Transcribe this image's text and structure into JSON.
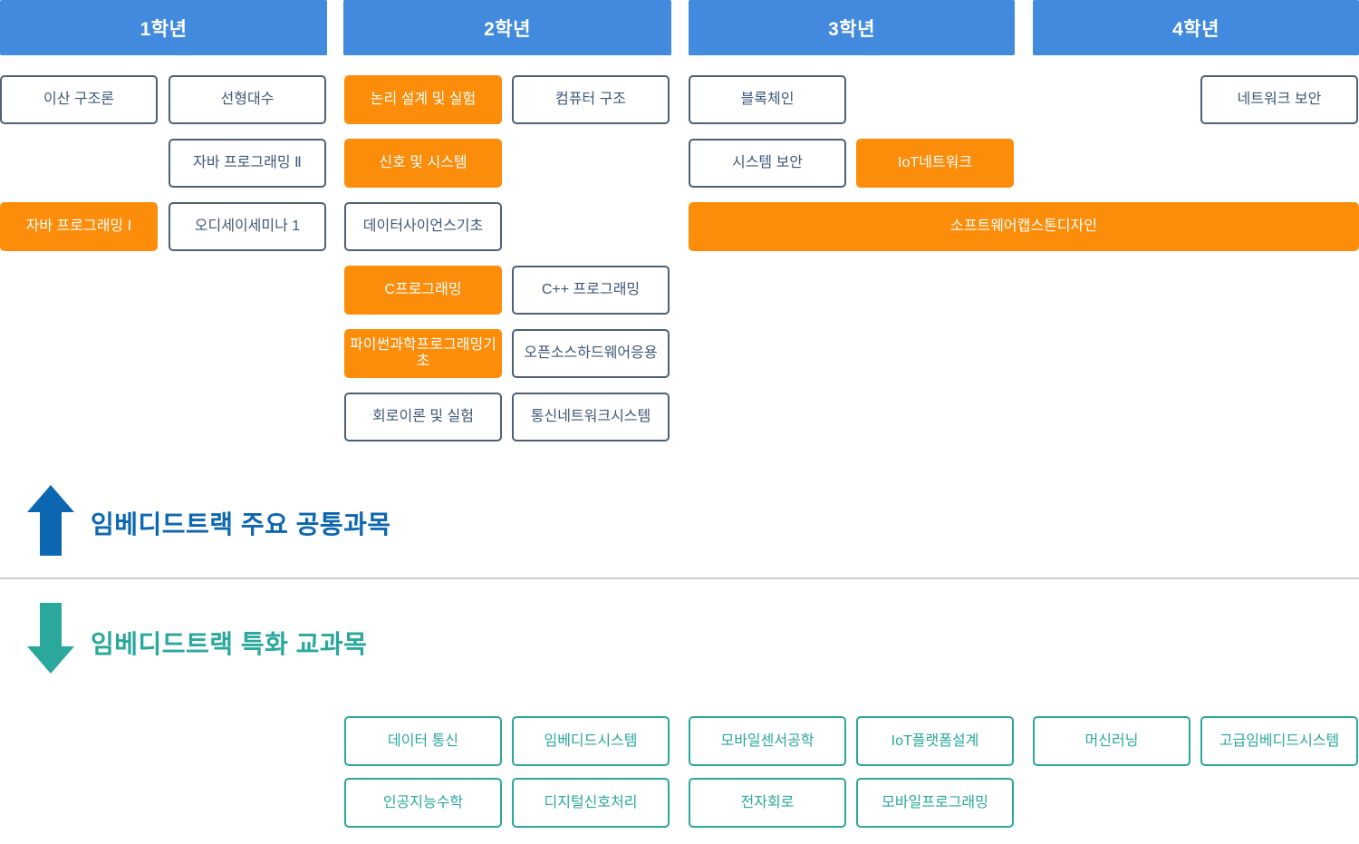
{
  "colors": {
    "year_header_bg": "#418ade",
    "year_header_text": "#ffffff",
    "highlight_bg": "#fc8d0b",
    "highlight_text": "#ffffff",
    "common_box_border": "#4c6076",
    "common_box_text": "#3d5878",
    "special_accent": "#2aa89b",
    "common_section_accent": "#0d67b0",
    "divider": "#cccccc"
  },
  "curriculum": {
    "year1": {
      "header": "1학년",
      "courses": [
        {
          "label": "이산 구조론",
          "type": "common"
        },
        {
          "label": "선형대수",
          "type": "common"
        },
        {
          "label": "자바 프로그래밍 Ⅱ",
          "type": "common"
        },
        {
          "label": "자바 프로그래밍 Ⅰ",
          "type": "highlight"
        },
        {
          "label": "오디세이세미나 1",
          "type": "common"
        }
      ]
    },
    "year2": {
      "header": "2학년",
      "courses": [
        {
          "label": "논리 설계 및 실험",
          "type": "highlight"
        },
        {
          "label": "컴퓨터 구조",
          "type": "common"
        },
        {
          "label": "신호 및 시스템",
          "type": "highlight"
        },
        {
          "label": "데이터사이언스기초",
          "type": "common"
        },
        {
          "label": "C프로그래밍",
          "type": "highlight"
        },
        {
          "label": "C++ 프로그래밍",
          "type": "common"
        },
        {
          "label": "파이썬과학프로그래밍기초",
          "type": "highlight"
        },
        {
          "label": "오픈소스하드웨어응용",
          "type": "common"
        },
        {
          "label": "회로이론 및 실험",
          "type": "common"
        },
        {
          "label": "통신네트워크시스템",
          "type": "common"
        }
      ]
    },
    "year3": {
      "header": "3학년",
      "courses": [
        {
          "label": "블록체인",
          "type": "common"
        },
        {
          "label": "시스템 보안",
          "type": "common"
        },
        {
          "label": "IoT네트워크",
          "type": "highlight"
        },
        {
          "label": "소프트웨어캡스톤디자인",
          "type": "highlight-wide"
        }
      ]
    },
    "year4": {
      "header": "4학년",
      "courses": [
        {
          "label": "네트워크 보안",
          "type": "common"
        }
      ]
    }
  },
  "sections": {
    "common": {
      "label": "임베디드트랙 주요 공통과목",
      "arrow_icon": "up-arrow"
    },
    "special": {
      "label": "임베디드트랙 특화 교과목",
      "arrow_icon": "down-arrow"
    }
  },
  "special_courses": {
    "row1": [
      "데이터 통신",
      "임베디드시스템",
      "모바일센서공학",
      "IoT플랫폼설계",
      "머신러닝",
      "고급임베디드시스템"
    ],
    "row2": [
      "인공지능수학",
      "디지털신호처리",
      "전자회로",
      "모바일프로그래밍"
    ]
  }
}
